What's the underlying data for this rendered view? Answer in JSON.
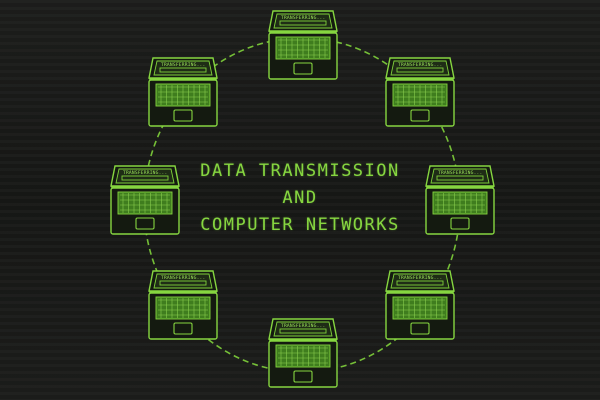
{
  "diagram": {
    "title_lines": [
      "DATA TRANSMISSION",
      "AND",
      "COMPUTER NETWORKS"
    ],
    "laptop_status_text": "TRANSFERRING...",
    "laptop_count": 8,
    "colors": {
      "accent": "#86d640",
      "background": "#1a1b19",
      "keyboard": "#3f7d1e"
    }
  }
}
